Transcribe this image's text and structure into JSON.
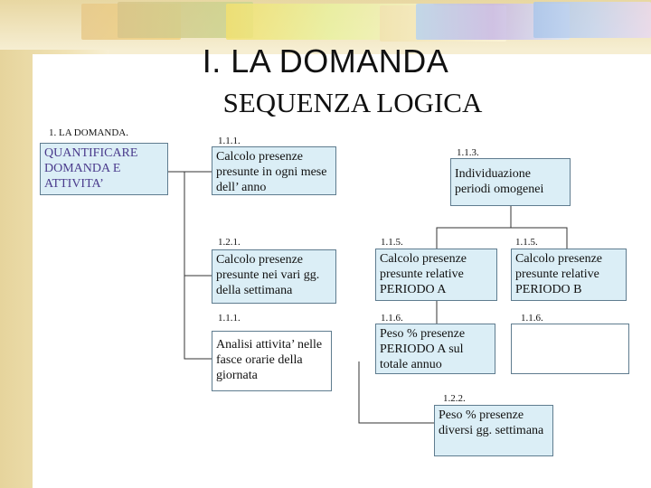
{
  "title": "I. LA DOMANDA",
  "subtitle": "SEQUENZA LOGICA",
  "section_label": "1. LA DOMANDA.",
  "nodes": {
    "main": "QUANTIFICARE DOMANDA  E ATTIVITA’",
    "n111a": {
      "code": "1.1.1.",
      "text": "Calcolo presenze presunte in ogni mese dell’ anno"
    },
    "n113": {
      "code": "1.1.3.",
      "text": "Individuazione periodi omogenei"
    },
    "n121": {
      "code": "1.2.1.",
      "text": "Calcolo presenze presunte nei vari gg. della settimana"
    },
    "n115a": {
      "code": "1.1.5.",
      "text": "Calcolo presenze presunte relative PERIODO A"
    },
    "n115b": {
      "code": "1.1.5.",
      "text": "Calcolo presenze presunte relative PERIODO B"
    },
    "n111b": {
      "code": "1.1.1.",
      "text": "Analisi attivita’ nelle fasce orarie della giornata"
    },
    "n116a": {
      "code": "1.1.6.",
      "text": "Peso % presenze PERIODO A sul totale annuo"
    },
    "n116b": {
      "code": "1.1.6.",
      "text": ""
    },
    "n122": {
      "code": "1.2.2.",
      "text": "Peso % presenze diversi gg. settimana"
    }
  },
  "colors": {
    "box_fill": "#dbeef6",
    "box_border": "#5f7c8f",
    "main_text": "#4a3b8c"
  }
}
